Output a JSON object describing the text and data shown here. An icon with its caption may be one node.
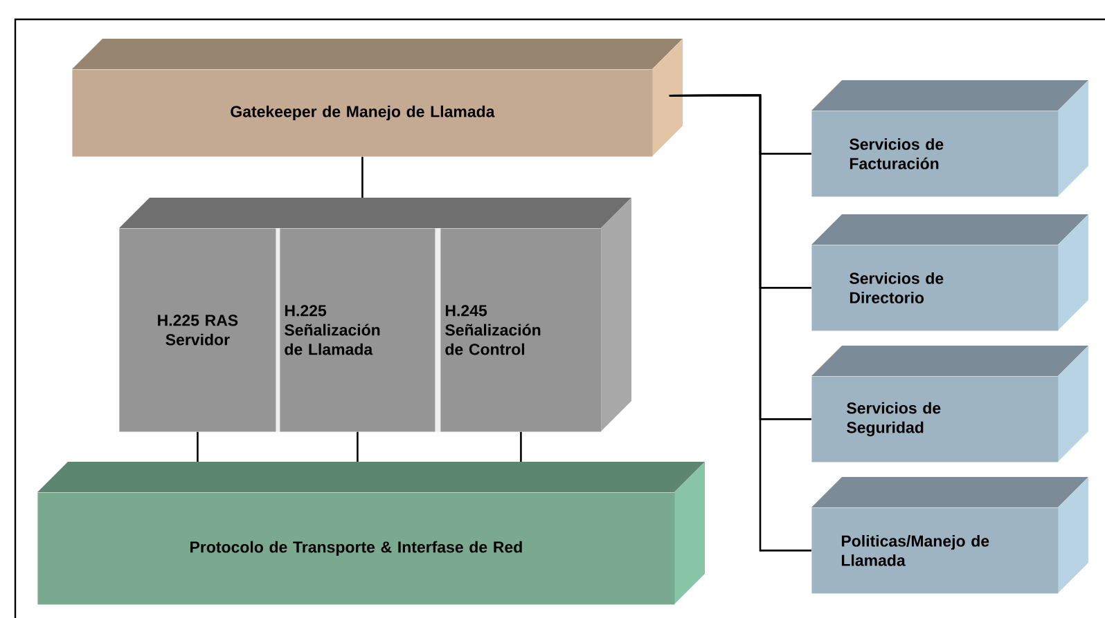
{
  "diagram": {
    "nodes": [
      {
        "text": [
          "Gatekeeper de Manejo de Llamada"
        ]
      },
      {
        "text": [],
        "shape": "box"
      },
      {
        "text": [
          "H.225 RAS Servidor"
        ],
        "in": 1
      },
      {
        "text": [
          "H.225 Señalización de Llamada"
        ],
        "in": 1
      },
      {
        "text": [
          "H.245 Señalización de Control"
        ],
        "in": 1
      },
      {
        "text": [
          "Protocolo de Transporte & Interfase de Red"
        ]
      },
      {
        "text": [
          "Servicios de Facturación"
        ]
      },
      {
        "text": [
          "Servicios de Directorio"
        ]
      },
      {
        "text": [
          "Servicios de Seguridad"
        ]
      },
      {
        "text": [
          "Politicas/Manejo de Llamada"
        ]
      }
    ],
    "edges": [
      {
        "from": 0,
        "to": 1,
        "arrow": "none"
      },
      {
        "from": 2,
        "to": 5,
        "arrow": "none"
      },
      {
        "from": 3,
        "to": 5,
        "arrow": "none"
      },
      {
        "from": 4,
        "to": 5,
        "arrow": "none"
      },
      {
        "from": 0,
        "to": 6,
        "arrow": "none"
      },
      {
        "from": 0,
        "to": 7,
        "arrow": "none"
      },
      {
        "from": 0,
        "to": 8,
        "arrow": "none"
      },
      {
        "from": 0,
        "to": 9,
        "arrow": "none"
      }
    ]
  }
}
